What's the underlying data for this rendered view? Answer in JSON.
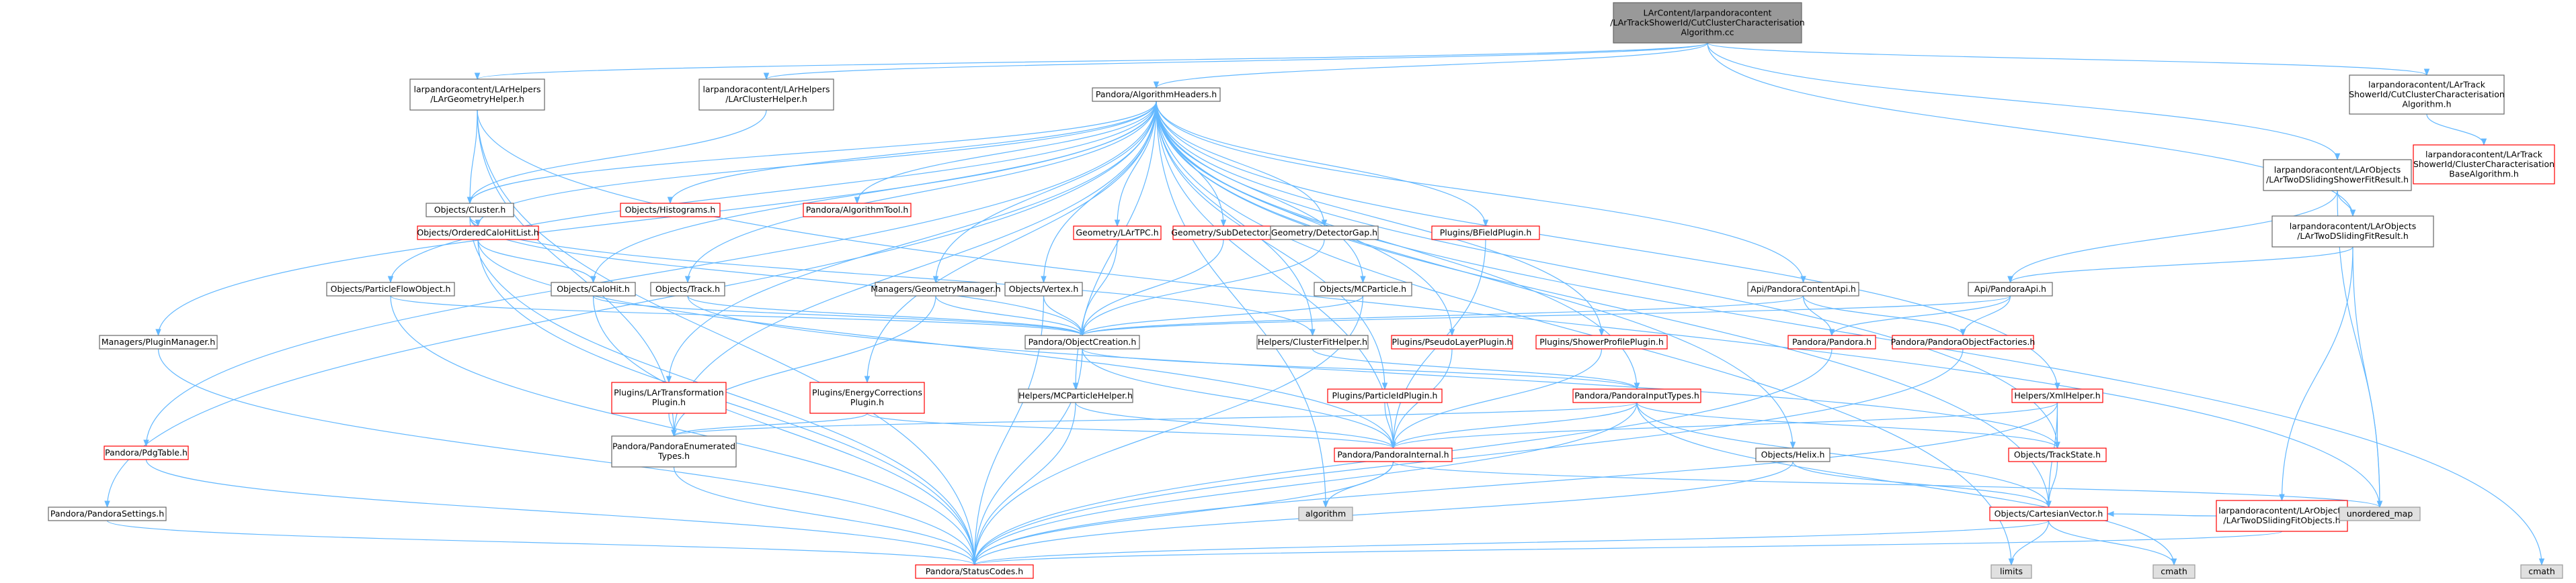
{
  "colors": {
    "edge": "#63b8ff",
    "normal_border": "#666666",
    "normal_fill": "#ffffff",
    "missing_border": "#ff0000",
    "missing_fill": "#ffffff",
    "external_border": "#999999",
    "external_fill": "#e0e0e0",
    "root_border": "#666666",
    "root_fill": "#999999"
  },
  "nodes": [
    {
      "id": "root",
      "lines": [
        "LArContent/larpandoracontent",
        "/LArTrackShowerId/CutClusterCharacterisation",
        "Algorithm.cc"
      ],
      "kind": "root"
    },
    {
      "id": "geomhelper",
      "lines": [
        "larpandoracontent/LArHelpers",
        "/LArGeometryHelper.h"
      ],
      "kind": "normal"
    },
    {
      "id": "clusterhelper",
      "lines": [
        "larpandoracontent/LArHelpers",
        "/LArClusterHelper.h"
      ],
      "kind": "normal"
    },
    {
      "id": "alghdr",
      "lines": [
        "Pandora/AlgorithmHeaders.h"
      ],
      "kind": "normal"
    },
    {
      "id": "cutalgh",
      "lines": [
        "larpandoracontent/LArTrack",
        "ShowerId/CutClusterCharacterisation",
        "Algorithm.h"
      ],
      "kind": "normal"
    },
    {
      "id": "clusterbase",
      "lines": [
        "larpandoracontent/LArTrack",
        "ShowerId/ClusterCharacterisation",
        "BaseAlgorithm.h"
      ],
      "kind": "missing"
    },
    {
      "id": "twodshower",
      "lines": [
        "larpandoracontent/LArObjects",
        "/LArTwoDSlidingShowerFitResult.h"
      ],
      "kind": "normal"
    },
    {
      "id": "twodfit",
      "lines": [
        "larpandoracontent/LArObjects",
        "/LArTwoDSlidingFitResult.h"
      ],
      "kind": "normal"
    },
    {
      "id": "twodfitobj",
      "lines": [
        "larpandoracontent/LArObjects",
        "/LArTwoDSlidingFitObjects.h"
      ],
      "kind": "missing"
    },
    {
      "id": "objcluster",
      "lines": [
        "Objects/Cluster.h"
      ],
      "kind": "normal"
    },
    {
      "id": "objhist",
      "lines": [
        "Objects/Histograms.h"
      ],
      "kind": "missing"
    },
    {
      "id": "algtool",
      "lines": [
        "Pandora/AlgorithmTool.h"
      ],
      "kind": "missing"
    },
    {
      "id": "orderedcalo",
      "lines": [
        "Objects/OrderedCaloHitList.h"
      ],
      "kind": "missing"
    },
    {
      "id": "pfo",
      "lines": [
        "Objects/ParticleFlowObject.h"
      ],
      "kind": "normal"
    },
    {
      "id": "calohit",
      "lines": [
        "Objects/CaloHit.h"
      ],
      "kind": "normal"
    },
    {
      "id": "track",
      "lines": [
        "Objects/Track.h"
      ],
      "kind": "normal"
    },
    {
      "id": "geommgr",
      "lines": [
        "Managers/GeometryManager.h"
      ],
      "kind": "normal"
    },
    {
      "id": "vertex",
      "lines": [
        "Objects/Vertex.h"
      ],
      "kind": "normal"
    },
    {
      "id": "lartpc",
      "lines": [
        "Geometry/LArTPC.h"
      ],
      "kind": "missing"
    },
    {
      "id": "subdet",
      "lines": [
        "Geometry/SubDetector.h"
      ],
      "kind": "missing"
    },
    {
      "id": "detgap",
      "lines": [
        "Geometry/DetectorGap.h"
      ],
      "kind": "normal"
    },
    {
      "id": "bfield",
      "lines": [
        "Plugins/BFieldPlugin.h"
      ],
      "kind": "missing"
    },
    {
      "id": "mcparticle",
      "lines": [
        "Objects/MCParticle.h"
      ],
      "kind": "normal"
    },
    {
      "id": "contentapi",
      "lines": [
        "Api/PandoraContentApi.h"
      ],
      "kind": "normal"
    },
    {
      "id": "pandoraapi",
      "lines": [
        "Api/PandoraApi.h"
      ],
      "kind": "normal"
    },
    {
      "id": "pluginmgr",
      "lines": [
        "Managers/PluginManager.h"
      ],
      "kind": "normal"
    },
    {
      "id": "objcreation",
      "lines": [
        "Pandora/ObjectCreation.h"
      ],
      "kind": "normal"
    },
    {
      "id": "clusterfit",
      "lines": [
        "Helpers/ClusterFitHelper.h"
      ],
      "kind": "normal"
    },
    {
      "id": "pseudolayer",
      "lines": [
        "Plugins/PseudoLayerPlugin.h"
      ],
      "kind": "missing"
    },
    {
      "id": "showerprofile",
      "lines": [
        "Plugins/ShowerProfilePlugin.h"
      ],
      "kind": "missing"
    },
    {
      "id": "pandora",
      "lines": [
        "Pandora/Pandora.h"
      ],
      "kind": "missing"
    },
    {
      "id": "objfactories",
      "lines": [
        "Pandora/PandoraObjectFactories.h"
      ],
      "kind": "missing"
    },
    {
      "id": "xmlhelper",
      "lines": [
        "Helpers/XmlHelper.h"
      ],
      "kind": "missing"
    },
    {
      "id": "lartransform",
      "lines": [
        "Plugins/LArTransformation",
        "Plugin.h"
      ],
      "kind": "missing"
    },
    {
      "id": "energycorr",
      "lines": [
        "Plugins/EnergyCorrections",
        "Plugin.h"
      ],
      "kind": "missing"
    },
    {
      "id": "mchelper",
      "lines": [
        "Helpers/MCParticleHelper.h"
      ],
      "kind": "normal"
    },
    {
      "id": "particleid",
      "lines": [
        "Plugins/ParticleIdPlugin.h"
      ],
      "kind": "missing"
    },
    {
      "id": "inputtypes",
      "lines": [
        "Pandora/PandoraInputTypes.h"
      ],
      "kind": "missing"
    },
    {
      "id": "pdgtable",
      "lines": [
        "Pandora/PdgTable.h"
      ],
      "kind": "missing"
    },
    {
      "id": "enumerated",
      "lines": [
        "Pandora/PandoraEnumerated",
        "Types.h"
      ],
      "kind": "normal"
    },
    {
      "id": "internal",
      "lines": [
        "Pandora/PandoraInternal.h"
      ],
      "kind": "missing"
    },
    {
      "id": "trackstate",
      "lines": [
        "Objects/TrackState.h"
      ],
      "kind": "missing"
    },
    {
      "id": "helix",
      "lines": [
        "Objects/Helix.h"
      ],
      "kind": "normal"
    },
    {
      "id": "settings",
      "lines": [
        "Pandora/PandoraSettings.h"
      ],
      "kind": "normal"
    },
    {
      "id": "algorithm",
      "lines": [
        "algorithm"
      ],
      "kind": "external"
    },
    {
      "id": "cartesian",
      "lines": [
        "Objects/CartesianVector.h"
      ],
      "kind": "missing"
    },
    {
      "id": "unordered",
      "lines": [
        "unordered_map"
      ],
      "kind": "external"
    },
    {
      "id": "statuscodes",
      "lines": [
        "Pandora/StatusCodes.h"
      ],
      "kind": "missing"
    },
    {
      "id": "limits",
      "lines": [
        "limits"
      ],
      "kind": "external"
    },
    {
      "id": "cmath1",
      "lines": [
        "cmath"
      ],
      "kind": "external"
    },
    {
      "id": "cmath2",
      "lines": [
        "cmath"
      ],
      "kind": "external"
    }
  ]
}
